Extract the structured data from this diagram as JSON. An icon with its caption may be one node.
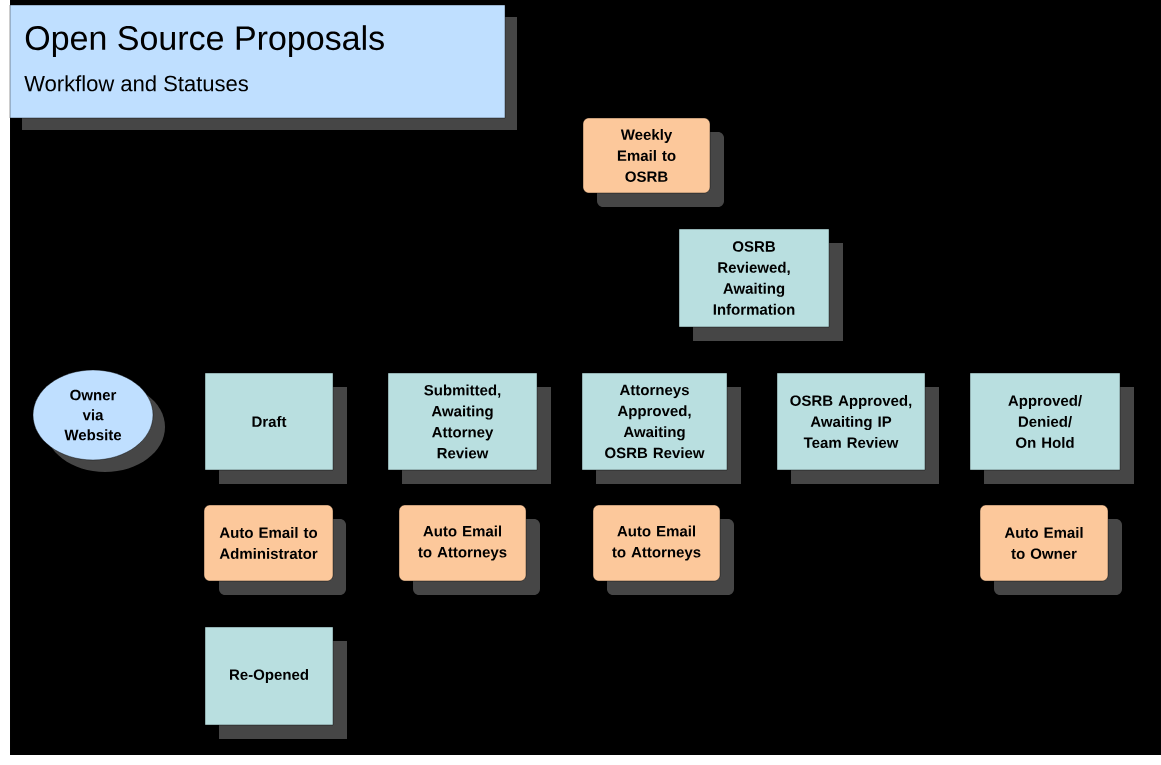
{
  "diagram": {
    "nodes": [
      {
        "text": [
          "Open Source Proposals",
          "Workflow and Statuses"
        ]
      },
      {
        "text": [
          "Weekly Email to OSRB"
        ]
      },
      {
        "text": [
          "OSRB Reviewed, Awaiting Information"
        ]
      },
      {
        "text": [
          "Owner via Website"
        ]
      },
      {
        "text": [
          "Draft"
        ]
      },
      {
        "text": [
          "Submitted, Awaiting Attorney Review"
        ]
      },
      {
        "text": [
          "Attorneys Approved, Awaiting OSRB Review"
        ]
      },
      {
        "text": [
          "OSRB Approved, Awaiting IP Team Review"
        ]
      },
      {
        "text": [
          "Approved/ Denied/ On Hold"
        ]
      },
      {
        "text": [
          "Auto Email to Administrator"
        ]
      },
      {
        "text": [
          "Auto Email to Attorneys"
        ]
      },
      {
        "text": [
          "Auto Email to Attorneys"
        ]
      },
      {
        "text": [
          "Auto Email to Owner"
        ]
      },
      {
        "text": [
          "Re-Opened"
        ]
      }
    ]
  }
}
